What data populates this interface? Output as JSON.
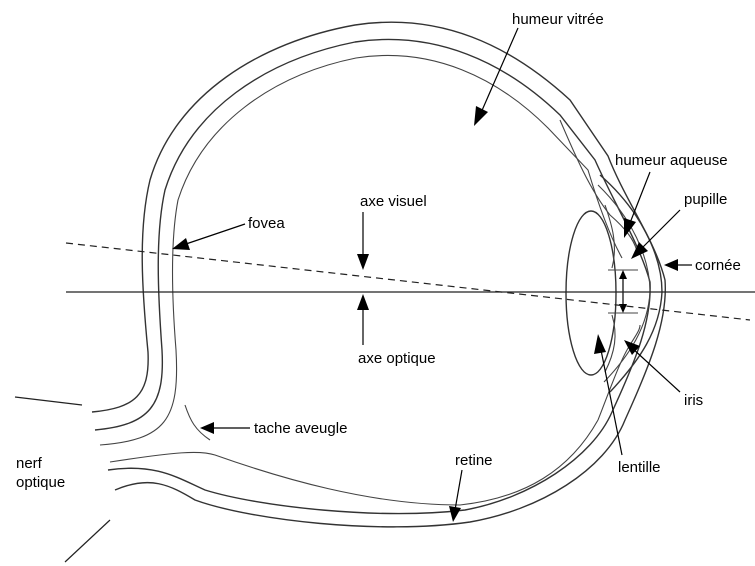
{
  "diagram": {
    "labels": {
      "humeur_vitree": "humeur vitrée",
      "humeur_aqueuse": "humeur aqueuse",
      "pupille": "pupille",
      "cornee": "cornée",
      "iris": "iris",
      "lentille": "lentille",
      "retine": "retine",
      "tache_aveugle": "tache aveugle",
      "nerf_optique_line1": "nerf",
      "nerf_optique_line2": "optique",
      "fovea": "fovea",
      "axe_visuel": "axe visuel",
      "axe_optique": "axe optique"
    }
  }
}
